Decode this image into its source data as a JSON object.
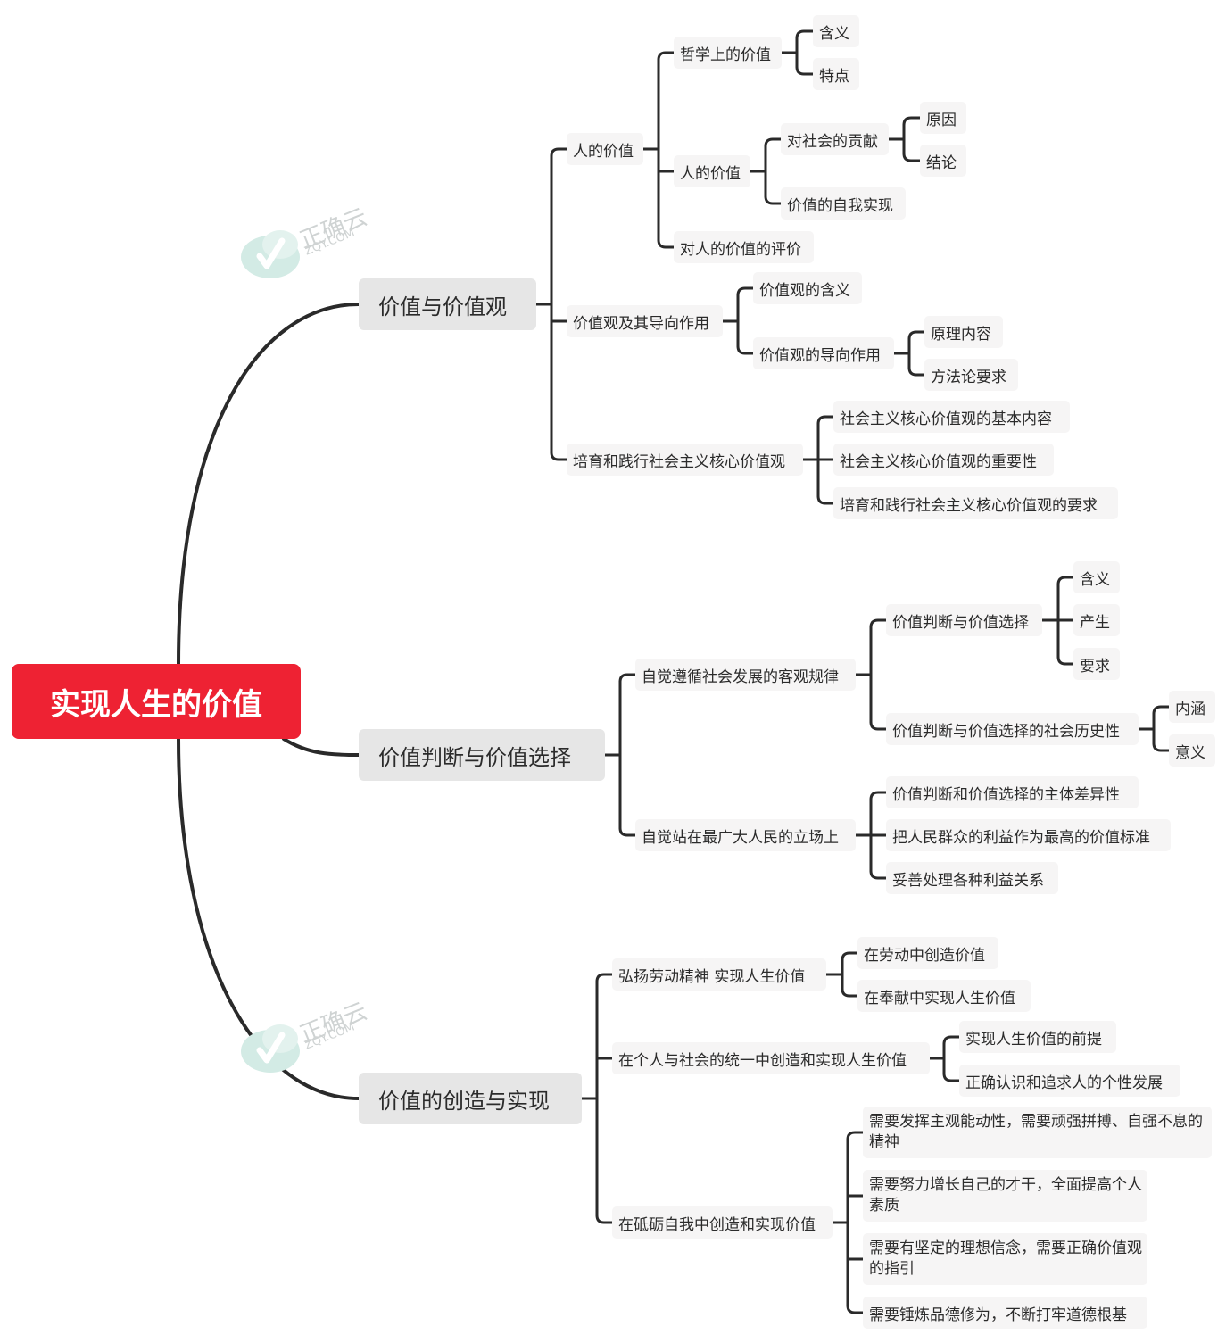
{
  "root": {
    "label": "实现人生的价值"
  },
  "watermark": {
    "brand": "正确云",
    "domain": "ZQY.COM"
  },
  "branches": [
    {
      "label": "价值与价值观",
      "children": [
        {
          "label": "人的价值",
          "children": [
            {
              "label": "哲学上的价值",
              "children": [
                {
                  "label": "含义"
                },
                {
                  "label": "特点"
                }
              ]
            },
            {
              "label": "人的价值",
              "children": [
                {
                  "label": "对社会的贡献",
                  "children": [
                    {
                      "label": "原因"
                    },
                    {
                      "label": "结论"
                    }
                  ]
                },
                {
                  "label": "价值的自我实现"
                }
              ]
            },
            {
              "label": "对人的价值的评价"
            }
          ]
        },
        {
          "label": "价值观及其导向作用",
          "children": [
            {
              "label": "价值观的含义"
            },
            {
              "label": "价值观的导向作用",
              "children": [
                {
                  "label": "原理内容"
                },
                {
                  "label": "方法论要求"
                }
              ]
            }
          ]
        },
        {
          "label": "培育和践行社会主义核心价值观",
          "children": [
            {
              "label": "社会主义核心价值观的基本内容"
            },
            {
              "label": "社会主义核心价值观的重要性"
            },
            {
              "label": "培育和践行社会主义核心价值观的要求"
            }
          ]
        }
      ]
    },
    {
      "label": "价值判断与价值选择",
      "children": [
        {
          "label": "自觉遵循社会发展的客观规律",
          "children": [
            {
              "label": "价值判断与价值选择",
              "children": [
                {
                  "label": "含义"
                },
                {
                  "label": "产生"
                },
                {
                  "label": "要求"
                }
              ]
            },
            {
              "label": "价值判断与价值选择的社会历史性",
              "children": [
                {
                  "label": "内涵"
                },
                {
                  "label": "意义"
                }
              ]
            }
          ]
        },
        {
          "label": "自觉站在最广大人民的立场上",
          "children": [
            {
              "label": "价值判断和价值选择的主体差异性"
            },
            {
              "label": "把人民群众的利益作为最高的价值标准"
            },
            {
              "label": "妥善处理各种利益关系"
            }
          ]
        }
      ]
    },
    {
      "label": "价值的创造与实现",
      "children": [
        {
          "label": "弘扬劳动精神  实现人生价值",
          "children": [
            {
              "label": "在劳动中创造价值"
            },
            {
              "label": "在奉献中实现人生价值"
            }
          ]
        },
        {
          "label": "在个人与社会的统一中创造和实现人生价值",
          "children": [
            {
              "label": "实现人生价值的前提"
            },
            {
              "label": "正确认识和追求人的个性发展"
            }
          ]
        },
        {
          "label": "在砥砺自我中创造和实现价值",
          "children": [
            {
              "label": "需要发挥主观能动性，需要顽强拼搏、自强不息的精神"
            },
            {
              "label": "需要努力增长自己的才干，全面提高个人素质"
            },
            {
              "label": "需要有坚定的理想信念，需要正确价值观的指引"
            },
            {
              "label": "需要锤炼品德修为，不断打牢道德根基"
            }
          ]
        }
      ]
    }
  ]
}
